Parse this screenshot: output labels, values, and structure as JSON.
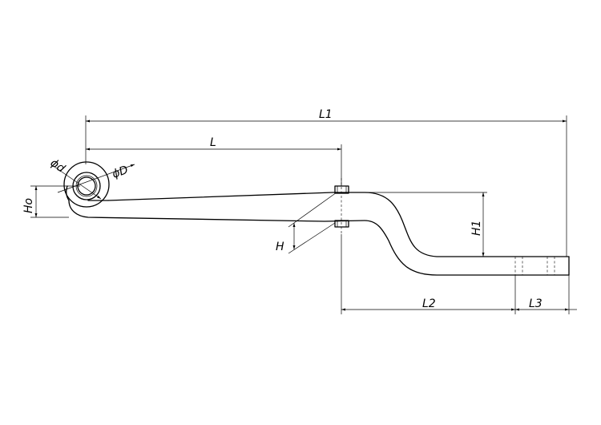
{
  "drawing": {
    "dimensions": {
      "overall_length": "L1",
      "eye_to_center": "L",
      "rear_straight": "L2",
      "end_length": "L3",
      "drop_height": "H1",
      "thickness": "H",
      "eye_offset": "Ho",
      "inner_diameter": "ϕd",
      "outer_diameter": "ϕD"
    },
    "colors": {
      "line": "#000000",
      "background": "#ffffff"
    }
  }
}
